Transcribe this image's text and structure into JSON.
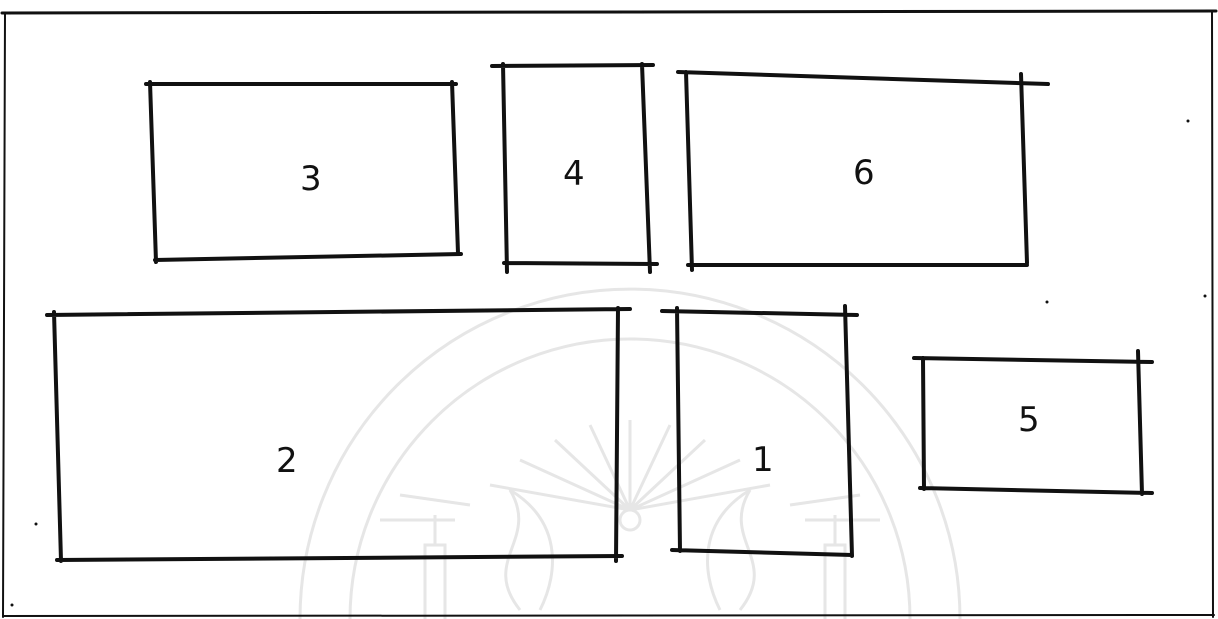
{
  "diagram": {
    "stroke_color": "#111111",
    "watermark_color": "#e6e6e6",
    "background": "#ffffff",
    "boxes": [
      {
        "id": "box-3",
        "label": "3"
      },
      {
        "id": "box-4",
        "label": "4"
      },
      {
        "id": "box-6",
        "label": "6"
      },
      {
        "id": "box-2",
        "label": "2"
      },
      {
        "id": "box-1",
        "label": "1"
      },
      {
        "id": "box-5",
        "label": "5"
      }
    ]
  }
}
